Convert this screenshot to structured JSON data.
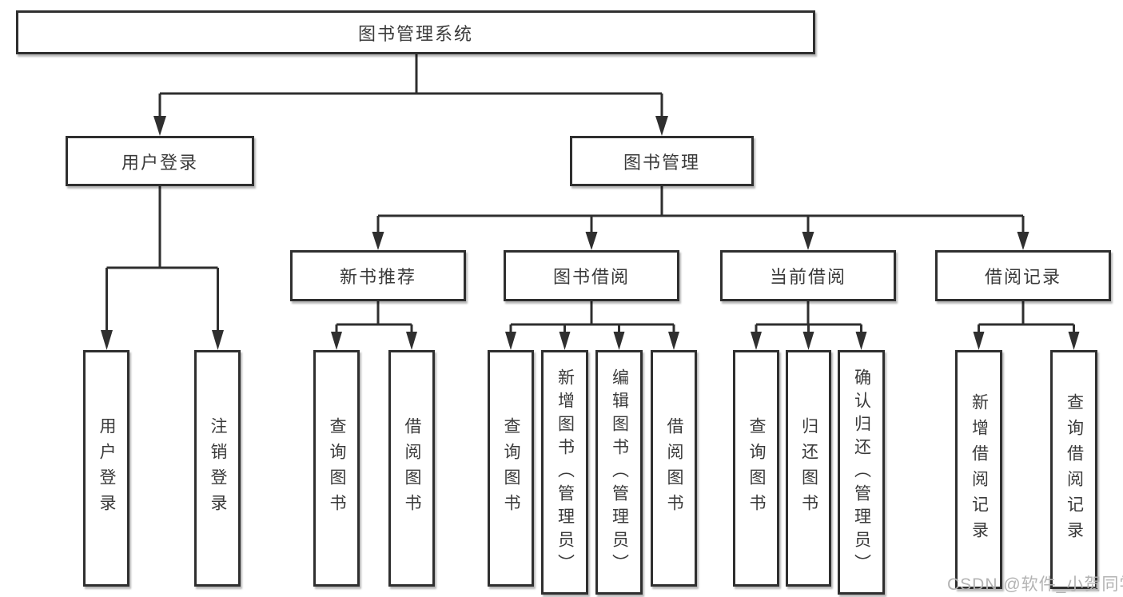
{
  "tree": {
    "root": {
      "label": "图书管理系统",
      "children": [
        {
          "label": "用户登录",
          "children": [
            {
              "label": "用户登录"
            },
            {
              "label": "注销登录"
            }
          ]
        },
        {
          "label": "图书管理",
          "children": [
            {
              "label": "新书推荐",
              "children": [
                {
                  "label": "查询图书"
                },
                {
                  "label": "借阅图书"
                }
              ]
            },
            {
              "label": "图书借阅",
              "children": [
                {
                  "label": "查询图书"
                },
                {
                  "label": "新增图书（管理员）"
                },
                {
                  "label": "编辑图书（管理员）"
                },
                {
                  "label": "借阅图书"
                }
              ]
            },
            {
              "label": "当前借阅",
              "children": [
                {
                  "label": "查询图书"
                },
                {
                  "label": "归还图书"
                },
                {
                  "label": "确认归还（管理员）"
                }
              ]
            },
            {
              "label": "借阅记录",
              "children": [
                {
                  "label": "新增借阅记录"
                },
                {
                  "label": "查询借阅记录"
                }
              ]
            }
          ]
        }
      ]
    }
  },
  "watermark": {
    "text": "CSDN @软件_小贺同学"
  },
  "colors": {
    "line": "#2f2f2f",
    "box_border": "#2f2f2f",
    "box_fill": "#ffffff",
    "text": "#3a3a3a",
    "watermark": "#b3b3b3",
    "background": "#ffffff"
  }
}
